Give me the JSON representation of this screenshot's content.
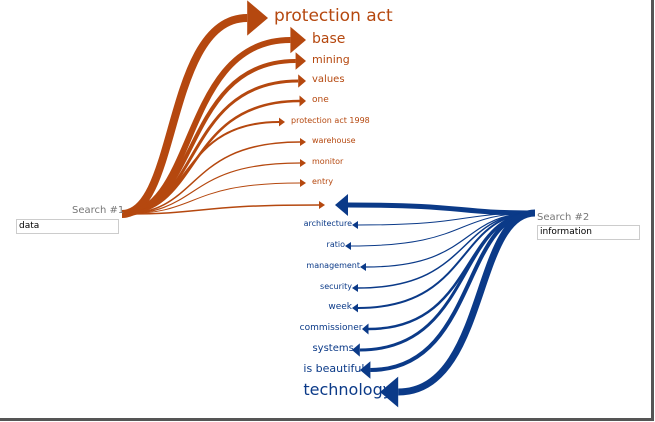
{
  "search1": {
    "label": "Search #1",
    "value": "data",
    "color": "#b5480f",
    "terms": [
      {
        "text": "protection act",
        "weight": 8,
        "size": 17
      },
      {
        "text": "base",
        "weight": 6,
        "size": 14
      },
      {
        "text": "mining",
        "weight": 4,
        "size": 11
      },
      {
        "text": "values",
        "weight": 3,
        "size": 10
      },
      {
        "text": "one",
        "weight": 2.5,
        "size": 9
      },
      {
        "text": "protection act 1998",
        "weight": 2,
        "size": 8
      },
      {
        "text": "warehouse",
        "weight": 1.5,
        "size": 8
      },
      {
        "text": "monitor",
        "weight": 1.2,
        "size": 8
      },
      {
        "text": "entry",
        "weight": 1,
        "size": 8
      },
      {
        "text": "",
        "weight": 1.5,
        "size": 8
      }
    ]
  },
  "search2": {
    "label": "Search #2",
    "value": "information",
    "color": "#0b3a88",
    "terms": [
      {
        "text": "",
        "weight": 5,
        "size": 8
      },
      {
        "text": "architecture",
        "weight": 1,
        "size": 8
      },
      {
        "text": "ratio",
        "weight": 1,
        "size": 8
      },
      {
        "text": "management",
        "weight": 1.2,
        "size": 8
      },
      {
        "text": "security",
        "weight": 1.5,
        "size": 8
      },
      {
        "text": "week",
        "weight": 2,
        "size": 9
      },
      {
        "text": "commissioner",
        "weight": 2.5,
        "size": 9
      },
      {
        "text": "systems",
        "weight": 3,
        "size": 10
      },
      {
        "text": "is beautiful",
        "weight": 4,
        "size": 11
      },
      {
        "text": "technology",
        "weight": 7,
        "size": 16
      }
    ]
  }
}
